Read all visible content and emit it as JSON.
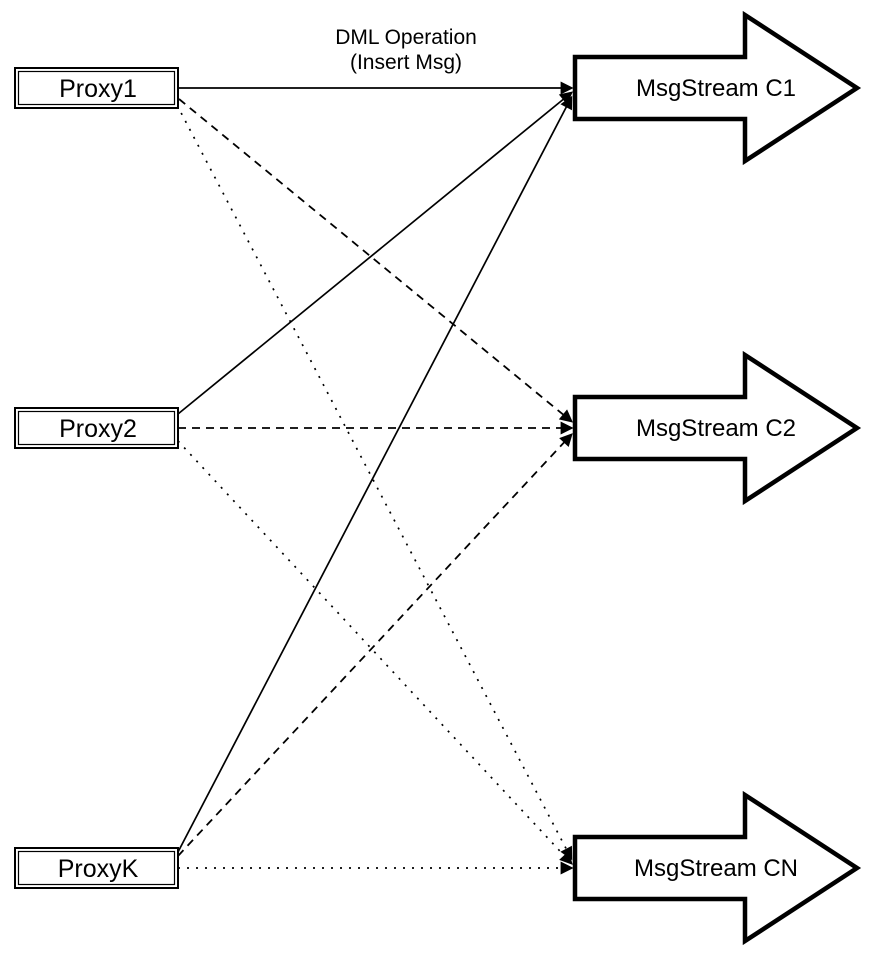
{
  "diagram": {
    "annotation": {
      "line1": "DML Operation",
      "line2": "(Insert Msg)"
    },
    "proxies": [
      {
        "id": "proxy1",
        "label": "Proxy1"
      },
      {
        "id": "proxy2",
        "label": "Proxy2"
      },
      {
        "id": "proxyk",
        "label": "ProxyK"
      }
    ],
    "streams": [
      {
        "id": "c1",
        "label": "MsgStream C1"
      },
      {
        "id": "c2",
        "label": "MsgStream C2"
      },
      {
        "id": "cn",
        "label": "MsgStream CN"
      }
    ],
    "connections": [
      {
        "from": "Proxy1",
        "to": "MsgStream C1",
        "style": "solid"
      },
      {
        "from": "Proxy2",
        "to": "MsgStream C1",
        "style": "solid"
      },
      {
        "from": "ProxyK",
        "to": "MsgStream C1",
        "style": "solid"
      },
      {
        "from": "Proxy1",
        "to": "MsgStream C2",
        "style": "dashed"
      },
      {
        "from": "Proxy2",
        "to": "MsgStream C2",
        "style": "dashed"
      },
      {
        "from": "ProxyK",
        "to": "MsgStream C2",
        "style": "dashed"
      },
      {
        "from": "Proxy1",
        "to": "MsgStream CN",
        "style": "dotted"
      },
      {
        "from": "Proxy2",
        "to": "MsgStream CN",
        "style": "dotted"
      },
      {
        "from": "ProxyK",
        "to": "MsgStream CN",
        "style": "dotted"
      }
    ],
    "colors": {
      "line": "#000000",
      "fill": "#ffffff",
      "background": "#ffffff"
    }
  }
}
